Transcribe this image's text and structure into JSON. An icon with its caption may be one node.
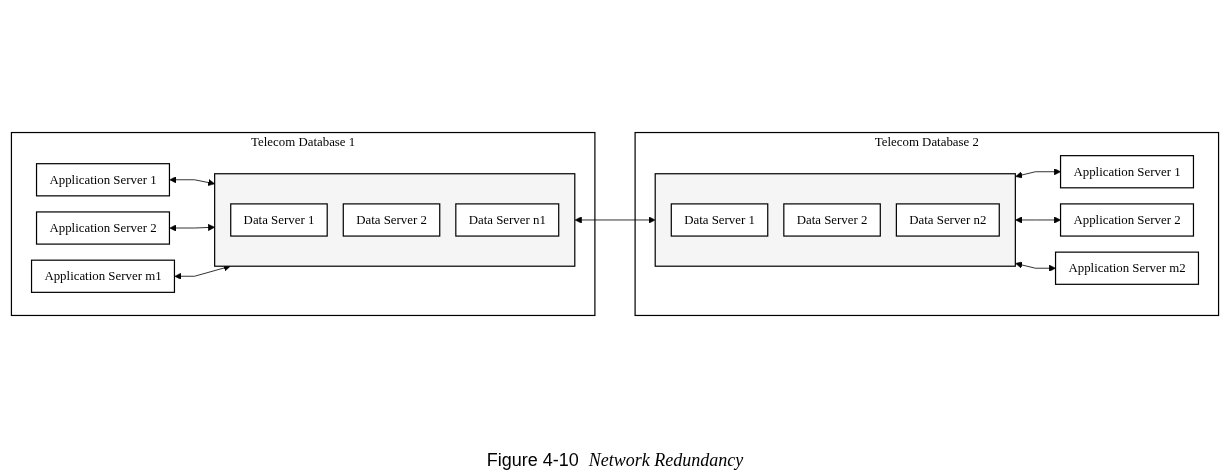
{
  "diagram": {
    "title": "Figure 4-10",
    "caption": "Network Redundancy",
    "nodes": [
      {
        "text": [
          "Telecom Database 1"
        ]
      },
      {
        "text": [
          "Application Server 1"
        ],
        "in": 0
      },
      {
        "text": [
          "Application Server 2"
        ],
        "in": 0
      },
      {
        "text": [
          "Application Server m1"
        ],
        "in": 0
      },
      {
        "text": [],
        "shape": "box",
        "in": 0
      },
      {
        "text": [
          "Data Server 1"
        ],
        "in": 4
      },
      {
        "text": [
          "Data Server 2"
        ],
        "in": 4
      },
      {
        "text": [
          "Data Server n1"
        ],
        "in": 4
      },
      {
        "text": [
          "Telecom Database 2"
        ]
      },
      {
        "text": [],
        "shape": "box",
        "in": 8
      },
      {
        "text": [
          "Data Server 1"
        ],
        "in": 9
      },
      {
        "text": [
          "Data Server 2"
        ],
        "in": 9
      },
      {
        "text": [
          "Data Server n2"
        ],
        "in": 9
      },
      {
        "text": [
          "Application Server 1"
        ],
        "in": 8
      },
      {
        "text": [
          "Application Server 2"
        ],
        "in": 8
      },
      {
        "text": [
          "Application Server m2"
        ],
        "in": 8
      }
    ],
    "edges": [
      {
        "from": 1,
        "to": 4,
        "arrow": "both"
      },
      {
        "from": 2,
        "to": 4,
        "arrow": "both"
      },
      {
        "from": 3,
        "to": 4,
        "arrow": "both"
      },
      {
        "from": 4,
        "to": 9,
        "arrow": "both"
      },
      {
        "from": 9,
        "to": 13,
        "arrow": "both"
      },
      {
        "from": 9,
        "to": 14,
        "arrow": "both"
      },
      {
        "from": 9,
        "to": 15,
        "arrow": "both"
      }
    ]
  }
}
